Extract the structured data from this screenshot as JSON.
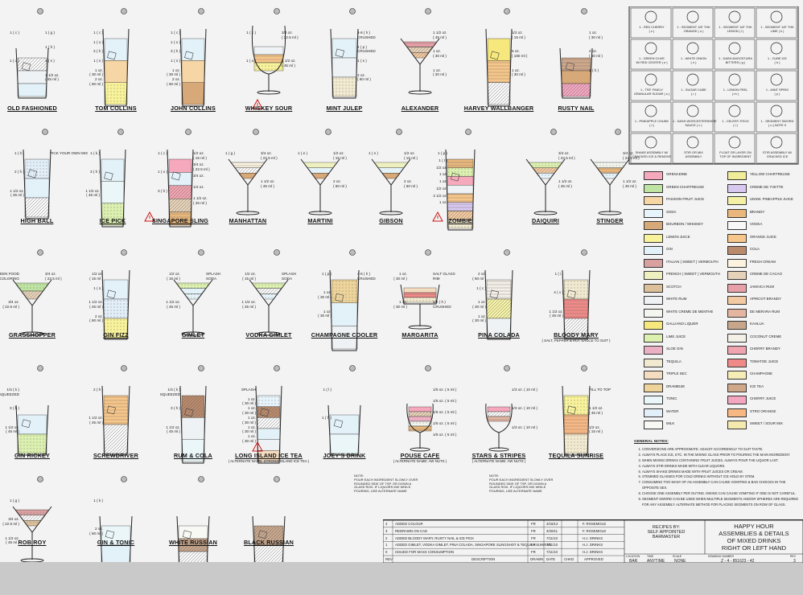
{
  "title_block": {
    "project_lines": [
      "HAPPY HOUR",
      "ASSEMBLIES & DETAILS",
      "OF MIXED DRINKS",
      "RIGHT OR LEFT HAND"
    ],
    "recipes_by": [
      "RECIPES BY:",
      "SELF APPOINTED",
      "BARMASTER"
    ],
    "location_label": "LOCATION",
    "location": "BAR",
    "time_label": "TIME",
    "time": "ANYTIME",
    "scale_label": "SCALE",
    "scale": "NONE",
    "drawing_number_label": "DRAWING NUMBER",
    "drawing_number": "Z - 4 - 851623 - 42",
    "rev_label": "REV",
    "rev": "3",
    "revisions": [
      {
        "rev": "4",
        "desc": "ADDED COLOUR",
        "by": "FR",
        "date": "3/15/12",
        "chk": "F. ROSEMOLD"
      },
      {
        "rev": "3",
        "desc": "REDRAWN ON CAD",
        "by": "FR",
        "date": "3/20/11",
        "chk": "F. ROSEMOLD"
      },
      {
        "rev": "2",
        "desc": "ADDED BLOODY MARY, RUSTY NAIL & ICE PICK",
        "by": "FR",
        "date": "7/11/10",
        "chk": "H.J. DRINKS"
      },
      {
        "rev": "1",
        "desc": "ADDED GIMLET, VODKA GIMLET, PINA COLADA, SINGAPORE SLINGSHOT & TEQUILA SUNRISE",
        "by": "FR",
        "date": "7/11/10",
        "chk": "H.J. DRINKS"
      },
      {
        "rev": "0",
        "desc": "ISSUED FOR MASS CONSUMPTION",
        "by": "FR",
        "date": "7/11/10",
        "chk": "H.J. DRINKS"
      }
    ],
    "rev_headers": [
      "REV",
      "DESCRIPTION",
      "DRAWN",
      "DATE",
      "CHKD",
      "APPROVED"
    ]
  },
  "symbols": [
    {
      "label": "1 - RED CHERRY\n( c )"
    },
    {
      "label": "1 - SEGMENT 1/8\" THK\nORANGE ( o )"
    },
    {
      "label": "1 - SEGMENT 1/8\" THK\nLEMON ( l )"
    },
    {
      "label": "1 - SEGMENT 1/8\" THK\nLIME ( k )"
    },
    {
      "label": "1 - GREEN OLIVE\nW/ RED CENTER ( e )"
    },
    {
      "label": "1 - WHITE ONION\n( n )"
    },
    {
      "label": "1 - DASH ANGOSTURA\nBITTERS ( g )"
    },
    {
      "label": "1 - CUBE ICE\n( h )"
    },
    {
      "label": "1 - TSP. FINELY\nGRANULAR SUGAR ( s )"
    },
    {
      "label": "1 - SUGAR CUBE\n( r )"
    },
    {
      "label": "1 - LEMON PEEL\n( m )"
    },
    {
      "label": "1 - MINT SPRIG\n( p )"
    },
    {
      "label": "1 - PINEAPPLE CHUNK\n( t )"
    },
    {
      "label": "1 - DASH WORCESTERSHIRE\nSAUCE ( v )"
    },
    {
      "label": "1 - CELERY STICK\n( i )"
    },
    {
      "label": "1 - SEGMENT SWORD\n( u ) NOTE 9"
    },
    {
      "label": "SHAKE ASSEMBLY W/\nCRACKED ICE & REMOVE"
    },
    {
      "label": "STIR OR MIX\nASSEMBLY"
    },
    {
      "label": "FLOAT OR LAYER ON\nTOP OF INGREDIENT"
    },
    {
      "label": "STIR ASSEMBLY W/\nCRACKED ICE"
    }
  ],
  "legend_keys": [
    {
      "label": "GRENADINE",
      "color": "#f6a8bc"
    },
    {
      "label": "YELLOW CHARTREUSE",
      "color": "#f0ec9a"
    },
    {
      "label": "GREEN CHARTREUSE",
      "color": "#bfe4a2"
    },
    {
      "label": "CREME DE YVETTE",
      "color": "#d8c8f0"
    },
    {
      "label": "PASSION FRUIT JUICE",
      "color": "#f7d6a6"
    },
    {
      "label": "UNSW. PINEAPPLE JUICE",
      "color": "#f4f1a6"
    },
    {
      "label": "SODA",
      "color": "#e8f4fb"
    },
    {
      "label": "BRANDY",
      "color": "#e9b77c"
    },
    {
      "label": "BOURBON / WHISKEY",
      "color": "#d7a878"
    },
    {
      "label": "VODKA",
      "color": "#f8f8f8"
    },
    {
      "label": "LEMON JUICE",
      "color": "#f8f29a"
    },
    {
      "label": "ORANGE JUICE",
      "color": "#f7c68a"
    },
    {
      "label": "GIN",
      "color": "#e3f1f8"
    },
    {
      "label": "COLA",
      "color": "#b98a6c"
    },
    {
      "label": "ITALIAN ( SWEET ) VERMOUTH",
      "color": "#d9a0a0"
    },
    {
      "label": "FRESH CREAM",
      "color": "#fbf3e0"
    },
    {
      "label": "FRENCH ( SWEET ) VERMOUTH",
      "color": "#eef0c0"
    },
    {
      "label": "CREME DE CACAO",
      "color": "#e6d2b8"
    },
    {
      "label": "SCOTCH",
      "color": "#dcc09a"
    },
    {
      "label": "JAMAICA RUM",
      "color": "#e8a0a8"
    },
    {
      "label": "WHITE RUM",
      "color": "#eef2f4"
    },
    {
      "label": "APRICOT BRANDY",
      "color": "#f2c9a0"
    },
    {
      "label": "WHITE CREME DE MENTHE",
      "color": "#f2f6ee"
    },
    {
      "label": "DE MERARA RUM",
      "color": "#e4b6a2"
    },
    {
      "label": "GALLIANO LIQUER",
      "color": "#f6e87c"
    },
    {
      "label": "KAHLUA",
      "color": "#c7a68c"
    },
    {
      "label": "LIME JUICE",
      "color": "#dcf0b0"
    },
    {
      "label": "COCONUT CREME",
      "color": "#f4f0e8"
    },
    {
      "label": "SLOE GIN",
      "color": "#ecb0c4"
    },
    {
      "label": "CHERRY BRANDY",
      "color": "#f0a4b0"
    },
    {
      "label": "TEQUILA",
      "color": "#f2ead0"
    },
    {
      "label": "TOMATOE JUICE",
      "color": "#f08a88"
    },
    {
      "label": "TRIPLE SEC",
      "color": "#f4dcc0"
    },
    {
      "label": "CHAMPAGNE",
      "color": "#f6ecb6"
    },
    {
      "label": "DRAMBUIE",
      "color": "#eed49a"
    },
    {
      "label": "ICE TEA",
      "color": "#cfa88a"
    },
    {
      "label": "TONIC",
      "color": "#eaf6f8"
    },
    {
      "label": "CHERRY JUICE",
      "color": "#f2a6c0"
    },
    {
      "label": "WATER",
      "color": "#e2eef8"
    },
    {
      "label": "STRO ORANGE",
      "color": "#f7b884"
    },
    {
      "label": "MILK",
      "color": "#f8f8f4"
    },
    {
      "label": "SWEET / SOUR MIX",
      "color": "#f4eab0"
    }
  ],
  "general_notes": {
    "title": "GENERAL NOTES:",
    "items": [
      "CONVERSIONS ARE APPROXIMATE. ADJUST ACCORDINGLY TO SUIT TASTE.",
      "ALWAYS PLACE ICE, ETC. IN THE MIXING GLASS PRIOR TO POURING THE MAIN INGREDIENT.",
      "WHEN MIXING DRINKS CONTAINING FRUIT JUICES, ALWAYS POUR THE LIQUOR LAST.",
      "ALWAYS STIR DRINKS MADE WITH CLEAR LIQUORS.",
      "ALWAYS SHAKE DRINKS MADE WITH FRUIT JUICES OR CREAM.",
      "STEMMED GLASSES FOR COLD DRINKS WITHOUT ICE HOLD BY STEM.",
      "CONSUMING TOO MANY OF AN ASSEMBLY CAN CAUSE VOMITING & BAD CHOICES IN THE OPPOSITE SEX.",
      "CHOOSE ONE ASSEMBLY PER OUTING. MIXING CAN CAUSE VOMITING IF ONE IS NOT CAREFUL.",
      "SEGMENT SWORD CAN BE USED WHEN MULTIPLE SEGMENTS AND/OR SPHERES ARE REQUIRED FOR ANY ASSEMBLY. ALTERNATE METHOD FOR PLACING SEGMENTS ON ROW OF GLASS."
    ]
  },
  "drinks": [
    {
      "name": "OLD FASHIONED",
      "right": [
        "1 ( g )",
        "1 ( h )",
        "1 ( s )",
        "1 1/2 oz.\n( 45 ml )"
      ],
      "left": [
        "1 ( c )",
        "1 ( o )"
      ]
    },
    {
      "name": "TOM COLLINS",
      "right": [],
      "left": [
        "1 ( c )",
        "1 ( o )",
        "3 ( h )",
        "1 ( s )",
        "1 oz.\n( 30 ml )",
        "2 oz.\n( 60 ml )"
      ]
    },
    {
      "name": "JOHN COLLINS",
      "right": [],
      "left": [
        "1 ( c )",
        "1 ( o )",
        "3 ( h )",
        "1 ( s )",
        "1 oz.\n( 30 ml )",
        "2 oz.\n( 60 ml )"
      ]
    },
    {
      "name": "WHISKEY SOUR",
      "right": [
        "3/4 oz.\n( 22.5 ml )",
        "1 1/2 oz.\n( 45 ml )"
      ],
      "left": [
        "1 ( c )",
        "1 ( o )"
      ]
    },
    {
      "name": "MINT JULEP",
      "right": [
        "4-6 ( h )\nCRUSHED",
        "4 ( p )\nCRUSHED",
        "1 ( s )",
        "2 oz.\n( 60 ml )"
      ],
      "left": []
    },
    {
      "name": "ALEXANDER",
      "right": [
        "1 1/2 oz.\n( 45 ml )",
        "1 oz.\n( 30 ml )",
        "1 oz.\n( 30 ml )"
      ],
      "left": []
    },
    {
      "name": "HARVEY WALLBANGER",
      "right": [
        "1/2 oz.\n( 15 ml )",
        "6 oz.\n( 180 ml )",
        "1 oz.\n( 30 ml )"
      ],
      "left": []
    },
    {
      "name": "RUSTY NAIL",
      "right": [
        "1 oz.\n( 30 ml )",
        "2 oz.\n( 60 ml )",
        "1 ( h )"
      ],
      "left": []
    },
    {
      "name": "HIGH BALL",
      "right": [
        "PICK YOUR OWN MIX"
      ],
      "left": [
        "1 ( h )",
        "2 ( h )",
        "1 1/2 oz.\n( 45 ml )"
      ]
    },
    {
      "name": "ICE PICK",
      "right": [],
      "left": [
        "1 ( k )",
        "3 ( h )",
        "1 1/2 oz.\n( 45 ml )"
      ]
    },
    {
      "name": "SINGAPORE SLING",
      "right": [
        "1/2 oz.\n( 15 ml )",
        "3/4 oz.\n( 22.5 ml )",
        "3/4 oz.",
        "1/4 oz.",
        "1 1/2 oz.\n( 45 ml )"
      ],
      "left": [
        "1 ( c )",
        "1 ( o )",
        "3 ( h )"
      ]
    },
    {
      "name": "MANHATTAN",
      "right": [
        "3/4 oz.\n( 22.5 ml )",
        "1 1/2 oz.\n( 45 ml )"
      ],
      "left": [
        "1 ( g )"
      ]
    },
    {
      "name": "MARTINI",
      "right": [
        "1/2 oz.\n( 15 ml )",
        "2 oz.\n( 60 ml )"
      ],
      "left": [
        "1 ( e )"
      ]
    },
    {
      "name": "GIBSON",
      "right": [
        "1/2 oz.\n( 15 ml )",
        "2 oz.\n( 60 ml )"
      ],
      "left": [
        "1 ( n )"
      ]
    },
    {
      "name": "ZOMBIE",
      "right": [],
      "left": [
        "1 ( p )",
        "1 ( t )",
        "1/2 oz.",
        "1 oz.",
        "1 oz.",
        "1/2 oz.",
        "2 1/2 oz.",
        "1 oz."
      ]
    },
    {
      "name": "DAIQUIRI",
      "right": [
        "3/4 oz.\n( 22.5 ml )",
        "1 1/2 oz.\n( 45 ml )"
      ],
      "left": []
    },
    {
      "name": "STINGER",
      "right": [
        "3/4 oz.\n( 22.5 ml )",
        "1 1/2 oz.\n( 45 ml )"
      ],
      "left": []
    },
    {
      "name": "GRASSHOPPER",
      "right": [
        "3/4 oz.\n( 22.5 ml )"
      ],
      "left": [
        "GREEN FOOD\nCOLORING",
        "3/4 oz.\n( 22.5 ml )"
      ]
    },
    {
      "name": "GIN FIZZ",
      "right": [],
      "left": [
        "1/2 oz.\n( 15 ml )",
        "1 ( s )",
        "1 1/2 oz.\n( 45 ml )",
        "2 oz.\n( 60 ml )"
      ]
    },
    {
      "name": "GIMLET",
      "right": [
        "SPLASH\nSODA"
      ],
      "left": [
        "1/2 oz.\n( 15 ml )",
        "1 1/2 oz.\n( 45 ml )"
      ]
    },
    {
      "name": "VODKA GIMLET",
      "right": [
        "SPLASH\nSODA"
      ],
      "left": [
        "1/2 oz.\n( 15 ml )",
        "1 1/2 oz.\n( 45 ml )"
      ]
    },
    {
      "name": "CHAMPAGNE COOLER",
      "right": [
        "4-6 ( h )\nCRUSHED"
      ],
      "left": [
        "1 ( p )",
        "1 oz.\n( 30 ml )",
        "1 oz.\n( 30 ml )"
      ]
    },
    {
      "name": "MARGARITA",
      "right": [
        "SALT GLASS\nRIM",
        "1/2 ( h )\nCRUSHED"
      ],
      "left": [
        "1 oz.\n( 30 ml )",
        "1 oz.\n( 30 ml )"
      ]
    },
    {
      "name": "PINA COLADA",
      "right": [],
      "left": [
        "2 oz.\n( 60 ml )",
        "1 ( c )",
        "1 oz.\n( 30 ml )",
        "1 oz.\n( 30 ml )"
      ]
    },
    {
      "name": "BLOODY MARY",
      "alt": "( SALT, PEPPER & HOT SAUCE TO SUIT )",
      "right": [],
      "left": [
        "1 ( i )",
        "4 ( v )",
        "1 1/2 oz.\n( 45 ml )"
      ]
    },
    {
      "name": "GIN RICKEY",
      "right": [],
      "left": [
        "1/4 ( k )\nSQUEEZED",
        "3 ( h )",
        "1 1/2 oz.\n( 45 ml )"
      ]
    },
    {
      "name": "SCREWDRIVER",
      "right": [],
      "left": [
        "2 ( h )",
        "1 1/2 oz.\n( 45 ml )"
      ]
    },
    {
      "name": "RUM & COLA",
      "right": [],
      "left": [
        "1/4 ( k )\nSQUEEZED",
        "3 ( h )",
        "1 1/2 oz.\n( 45 ml )"
      ]
    },
    {
      "name": "LONG ISLAND ICE TEA",
      "alt": "( ALTERNATE NAME: STRONG ISLAND ICE TEA )",
      "right": [],
      "left": [
        "SPLASH",
        "1 oz.\n( 30 ml )",
        "1 oz.\n( 30 ml )",
        "1 oz.\n( 30 ml )",
        "1 oz.\n( 30 ml )",
        "1 oz.\n( 30 ml )"
      ]
    },
    {
      "name": "JOEY'S DRINK",
      "right": [],
      "left": [
        "1 ( l )",
        "1 ( h )"
      ]
    },
    {
      "name": "POUSE CAFE",
      "alt": "( ALTERNATE NAME: AW NUTS )",
      "right": [
        "1/6 oz. ( 5 ml )",
        "1/6 oz. ( 5 ml )",
        "1/6 oz. ( 5 ml )",
        "1/6 oz. ( 5 ml )",
        "1/6 oz. ( 5 ml )"
      ],
      "left": []
    },
    {
      "name": "STARS & STRIPES",
      "alt": "( ALTERNATE NAME: AW NUTS )",
      "right": [
        "1/3 oz. ( 10 ml )",
        "1/3 oz. ( 10 ml )",
        "1/3 oz. ( 10 ml )"
      ],
      "left": []
    },
    {
      "name": "TEQUILA SUNRISE",
      "right": [
        "FILL TO TOP",
        "1 1/2 oz.\n( 45 ml )",
        "1/2 oz.\n( 15 ml )"
      ],
      "left": []
    },
    {
      "name": "ROB ROY",
      "right": [],
      "left": [
        "1 ( g )",
        "3/4 oz.\n( 22.5 ml )",
        "1 1/2 oz.\n( 45 ml )"
      ]
    },
    {
      "name": "GIN & TONIC",
      "right": [],
      "left": [
        "1 ( k )",
        "2 oz.\n( 60 ml )"
      ]
    },
    {
      "name": "WHITE RUSSIAN",
      "right": [],
      "left": []
    },
    {
      "name": "BLACK RUSSIAN",
      "right": [],
      "left": []
    }
  ],
  "pour_note": "NOTE:\nPOUR EACH INGREDIENT SLOWLY OVER\nROUNDED SIDE OF TSP. OR DOWN A\nGLASS ROD. IF LIQUORS MIX WHILE\nPOURING, USE ALTERNATE NAME",
  "colors": {
    "line": "#222222",
    "paper": "#f3f3f3",
    "warning": "#cc1111"
  }
}
